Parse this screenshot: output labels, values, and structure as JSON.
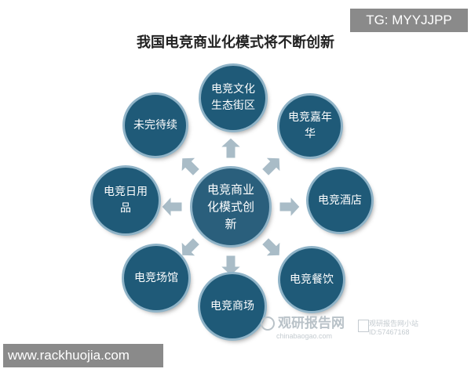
{
  "overlay": {
    "tag": "TG: MYYJJPP",
    "url": "www.rackhuojia.com"
  },
  "title": "我国电竞商业化模式将不断创新",
  "diagram": {
    "center": [
      "电竞商业",
      "化模式创",
      "新"
    ],
    "nodes": [
      {
        "name": "node-top",
        "lines": [
          "电竞文化",
          "生态街区"
        ]
      },
      {
        "name": "node-top-right",
        "lines": [
          "电竞嘉年",
          "华"
        ]
      },
      {
        "name": "node-right",
        "lines": [
          "电竞酒店"
        ]
      },
      {
        "name": "node-bottom-right",
        "lines": [
          "电竞餐饮"
        ]
      },
      {
        "name": "node-bottom",
        "lines": [
          "电竞商场"
        ]
      },
      {
        "name": "node-bottom-left",
        "lines": [
          "电竞场馆"
        ]
      },
      {
        "name": "node-left",
        "lines": [
          "电竞日用",
          "品"
        ]
      },
      {
        "name": "node-top-left",
        "lines": [
          "未完待续"
        ]
      }
    ],
    "colors": {
      "node": "#1f5a78",
      "ring": "#8fb3c7",
      "arrow": "#a9bcc7"
    }
  },
  "watermark": {
    "brand": "观研报告网",
    "site": "chinabaogao.com",
    "wechat": [
      "观研报告网小站",
      "ID:57467168"
    ]
  }
}
